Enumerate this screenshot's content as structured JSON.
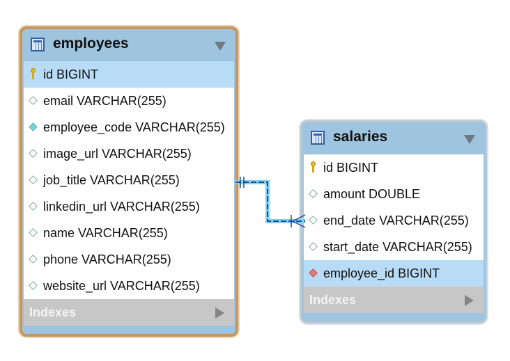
{
  "tables": {
    "employees": {
      "title": "employees",
      "columns": [
        {
          "label": "id BIGINT",
          "icon": "primary-key-icon"
        },
        {
          "label": "email VARCHAR(255)",
          "icon": "column-diamond-icon"
        },
        {
          "label": "employee_code VARCHAR(255)",
          "icon": "unique-column-diamond-icon"
        },
        {
          "label": "image_url VARCHAR(255)",
          "icon": "column-diamond-icon"
        },
        {
          "label": "job_title VARCHAR(255)",
          "icon": "column-diamond-icon"
        },
        {
          "label": "linkedin_url VARCHAR(255)",
          "icon": "column-diamond-icon"
        },
        {
          "label": "name VARCHAR(255)",
          "icon": "column-diamond-icon"
        },
        {
          "label": "phone VARCHAR(255)",
          "icon": "column-diamond-icon"
        },
        {
          "label": "website_url VARCHAR(255)",
          "icon": "column-diamond-icon"
        }
      ],
      "indexes_label": "Indexes"
    },
    "salaries": {
      "title": "salaries",
      "columns": [
        {
          "label": "id BIGINT",
          "icon": "primary-key-icon"
        },
        {
          "label": "amount DOUBLE",
          "icon": "column-diamond-icon"
        },
        {
          "label": "end_date VARCHAR(255)",
          "icon": "column-diamond-icon"
        },
        {
          "label": "start_date VARCHAR(255)",
          "icon": "column-diamond-icon"
        },
        {
          "label": "employee_id BIGINT",
          "icon": "foreign-key-diamond-icon"
        }
      ],
      "indexes_label": "Indexes"
    }
  },
  "relationship": {
    "from": "employees",
    "to": "salaries",
    "cardinality": "one-to-many",
    "line_color": "#2f7fc1",
    "highlight_color": "#7fd0f5"
  },
  "colors": {
    "selected_table_border": "#c8955b",
    "table_header": "#9fc4df",
    "selected_row": "#b9dcf6",
    "indexes_bar": "#c7c7c7"
  }
}
